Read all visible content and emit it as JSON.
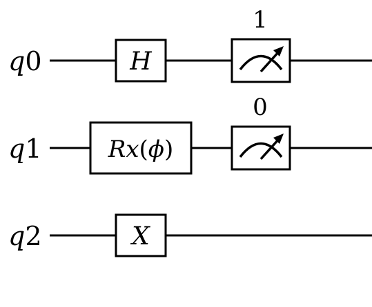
{
  "colors": {
    "stroke": "#000000",
    "box_fill": "#ffffff",
    "background": "#ffffff"
  },
  "qubits": [
    {
      "label_base": "q",
      "label_index": "0"
    },
    {
      "label_base": "q",
      "label_index": "1"
    },
    {
      "label_base": "q",
      "label_index": "2"
    }
  ],
  "gates": [
    {
      "name": "hadamard-gate",
      "qubit": 0,
      "label": "H"
    },
    {
      "name": "rx-gate",
      "qubit": 1,
      "label_fn": "Rx",
      "label_open": "(",
      "label_arg": "ϕ",
      "label_close": ")"
    },
    {
      "name": "pauli-x-gate",
      "qubit": 2,
      "label": "X"
    }
  ],
  "measurements": [
    {
      "name": "measure-q0",
      "qubit": 0,
      "result": "1",
      "icon": "meter-icon"
    },
    {
      "name": "measure-q1",
      "qubit": 1,
      "result": "0",
      "icon": "meter-icon"
    }
  ]
}
